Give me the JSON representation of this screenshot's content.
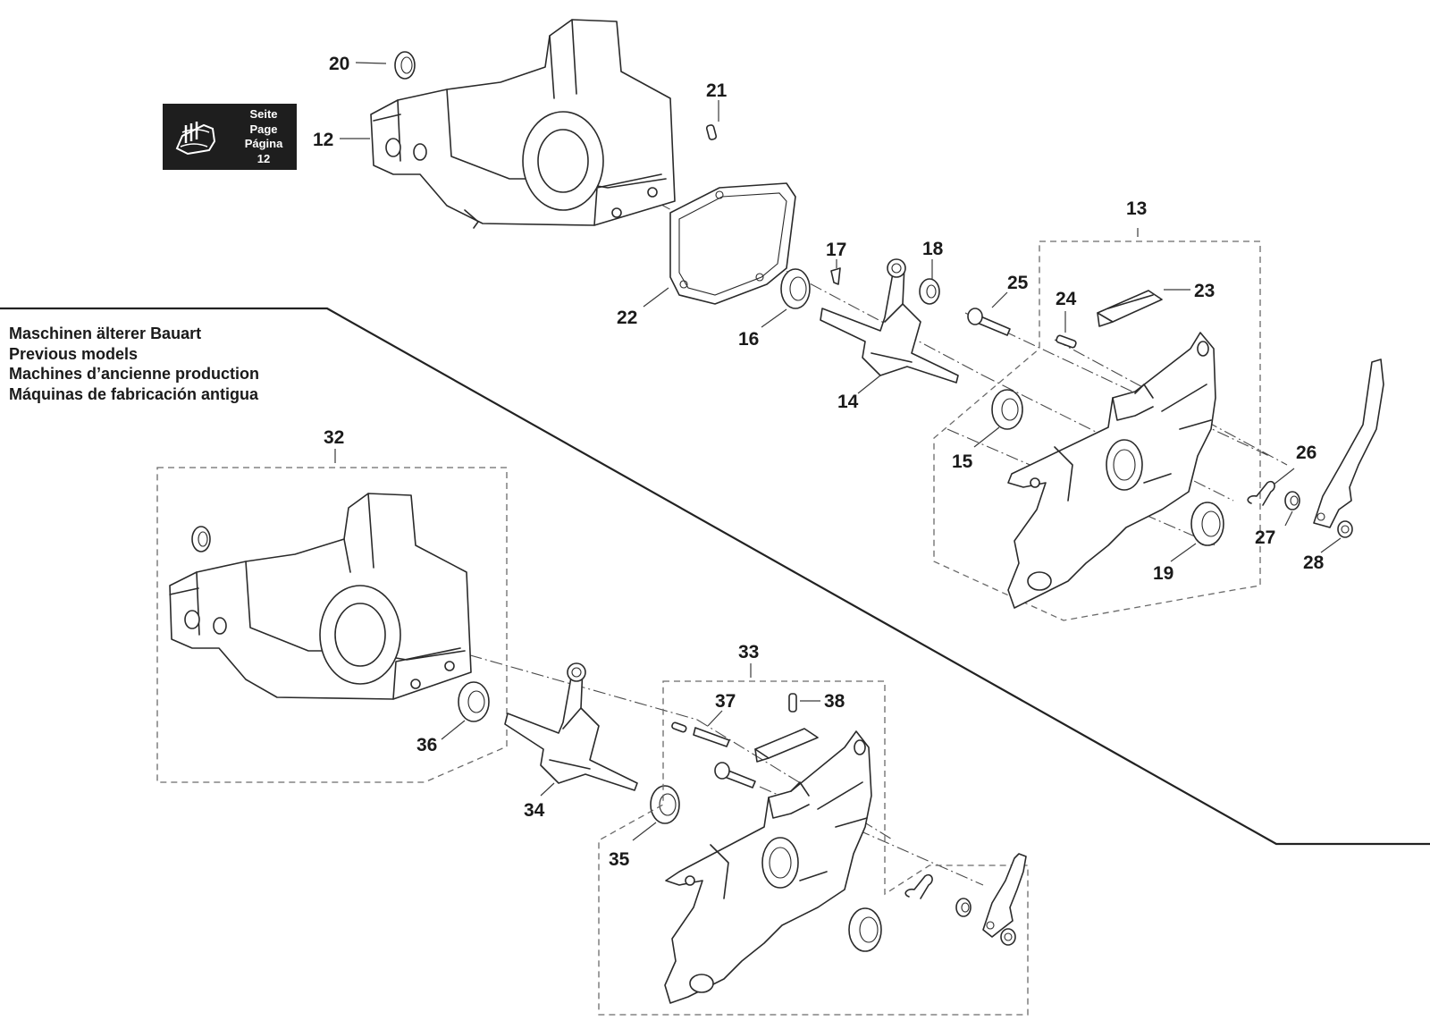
{
  "note": {
    "lines": [
      "Maschinen älterer Bauart",
      "Previous models",
      "Machines d’ancienne production",
      "Máquinas de fabricación antigua"
    ]
  },
  "page_ref": {
    "icon": "crankcase-page-icon",
    "lines": [
      "Seite",
      "Page",
      "Página",
      "12"
    ]
  },
  "labels": {
    "l12": "12",
    "l13": "13",
    "l14": "14",
    "l15": "15",
    "l16": "16",
    "l17": "17",
    "l18": "18",
    "l19": "19",
    "l20": "20",
    "l21": "21",
    "l22": "22",
    "l23": "23",
    "l24": "24",
    "l25": "25",
    "l26": "26",
    "l27": "27",
    "l28": "28",
    "l32": "32",
    "l33": "33",
    "l34": "34",
    "l35": "35",
    "l36": "36",
    "l37": "37",
    "l38": "38"
  }
}
